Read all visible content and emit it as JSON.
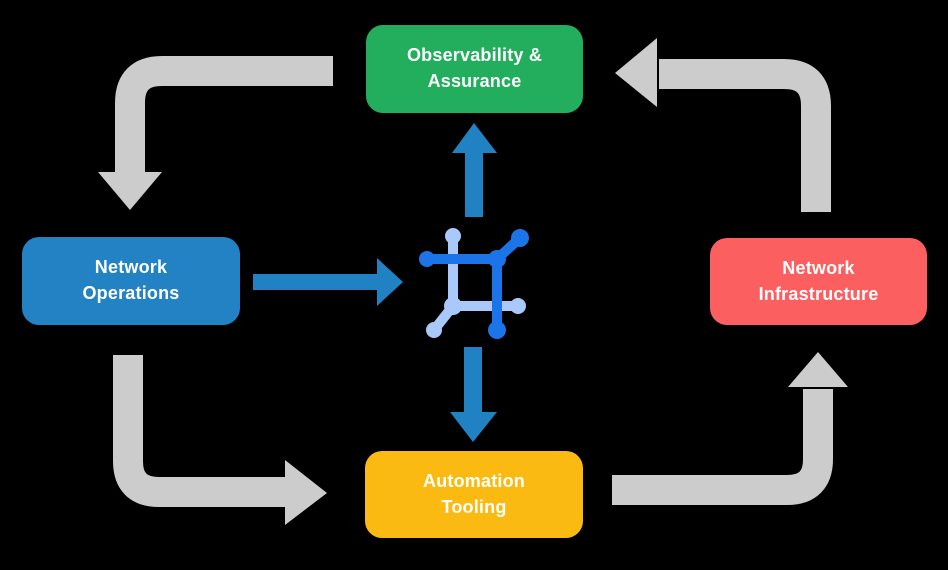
{
  "diagram": {
    "nodes": [
      {
        "id": "observability-assurance",
        "label": "Observability & Assurance",
        "color": "#22AE5C"
      },
      {
        "id": "network-operations",
        "label": "Network Operations",
        "color": "#2382C4"
      },
      {
        "id": "network-infrastructure",
        "label": "Network Infrastructure",
        "color": "#FC5F5F"
      },
      {
        "id": "automation-tooling",
        "label": "Automation Tooling",
        "color": "#FBBA12"
      }
    ],
    "center_icon": "network-automation-platform-icon",
    "colors": {
      "background": "#000000",
      "text": "#FFFFFF",
      "cycle_arrow": "#CCCCCC",
      "flow_arrow": "#2182C3",
      "icon_dark_blue": "#1B74E8",
      "icon_light_blue": "#A8C9FA"
    }
  }
}
